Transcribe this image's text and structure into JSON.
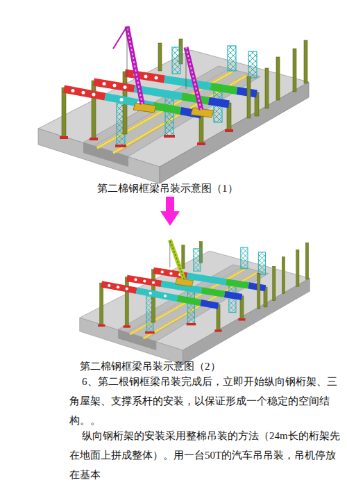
{
  "diagram": {
    "labels": [
      "第二棉钢框梁吊装示意图（1）",
      "第二棉钢框梁吊装示意图（2）",
      "6、第二根钢框梁吊装完成后，立即开始纵向钢桁架、三角屋架、支撑系杆的安装，以保证形成一个稳定的空间结构。。",
      "纵向钢桁架的安装采用整棉吊装的方法（24m长的桁架先在地面上拼成整体）。用一台50T的汽车吊吊装，吊机停放在基本"
    ]
  }
}
